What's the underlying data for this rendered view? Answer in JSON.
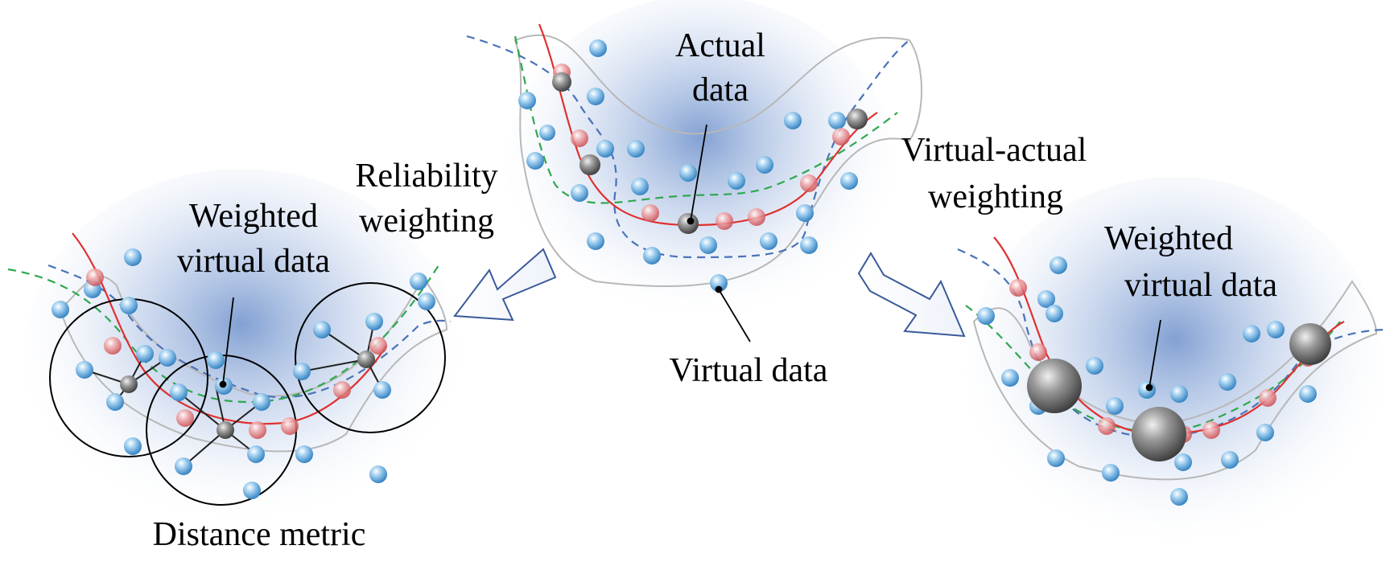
{
  "labels": {
    "actual_line1": "Actual",
    "actual_line2": "data",
    "virtual_data": "Virtual data",
    "virtual_actual_line1": "Virtual-actual",
    "virtual_actual_line2": "weighting",
    "reliability_line1": "Reliability",
    "reliability_line2": "weighting",
    "left_weighted_line1": "Weighted",
    "left_weighted_line2": "virtual data",
    "right_weighted_line1": "Weighted",
    "right_weighted_line2": "virtual data",
    "distance_metric": "Distance metric"
  },
  "colors": {
    "real_curve": "#e0302e",
    "green_curve": "#2fa84f",
    "blue_curve": "#4a72b8",
    "blue_point": "#5aa9dc",
    "red_point": "#e27a7c",
    "gray_point": "#6b6b6b",
    "arrow_stroke": "#3a5a9a"
  }
}
